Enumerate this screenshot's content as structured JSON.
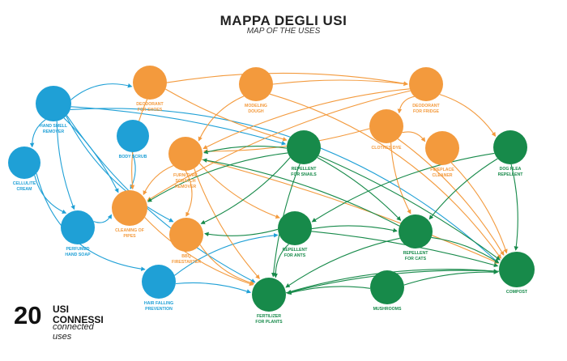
{
  "title": "MAPPA DEGLI USI",
  "subtitle": "MAP OF THE USES",
  "count": {
    "number": "20",
    "label_it_1": "USI",
    "label_it_2": "CONNESSI",
    "label_en_1": "connected",
    "label_en_2": "uses"
  },
  "colors": {
    "blue": "#1fa0d6",
    "orange": "#f39a3d",
    "green": "#178a4a"
  },
  "nodes": {
    "hand_smell": {
      "label": "HAND SMELL\nREMOVER",
      "color": "blue",
      "icon": "hands-icon"
    },
    "cellulite": {
      "label": "CELLULITE\nCREAM",
      "color": "blue",
      "icon": "body-icon"
    },
    "body_scrub": {
      "label": "BODY SCRUB",
      "color": "blue",
      "icon": "brush-icon"
    },
    "hand_soap": {
      "label": "PERFUMED\nHAND SOAP",
      "color": "blue",
      "icon": "soap-icon"
    },
    "hair_falling": {
      "label": "HAIR FALLING\nPREVENTION",
      "color": "blue",
      "icon": "head-icon"
    },
    "deodorant_shoes": {
      "label": "DEODORANT\nFOR SHOES",
      "color": "orange",
      "icon": "shoe-icon"
    },
    "modeling_dough": {
      "label": "MODELING\nDOUGH",
      "color": "orange",
      "icon": "dough-icon"
    },
    "deodorant_fridge": {
      "label": "DEODORANT\nFOR FRIDGE",
      "color": "orange",
      "icon": "fridge-icon"
    },
    "clothes_dye": {
      "label": "CLOTHES DYE",
      "color": "orange",
      "icon": "shirt-icon"
    },
    "furniture_scratch": {
      "label": "FURNITURE\nSCRATCH\nREMOVER",
      "color": "orange",
      "icon": "drawer-icon"
    },
    "cleaning_pipes": {
      "label": "CLEANING OF\nPIPES",
      "color": "orange",
      "icon": "pipe-icon"
    },
    "bbq_firestarter": {
      "label": "BBQ\nFIRESTARTER",
      "color": "orange",
      "icon": "grill-icon"
    },
    "fireplace_cleaner": {
      "label": "FIREPLACE\nCLEANER",
      "color": "orange",
      "icon": "fireplace-icon"
    },
    "repellent_snails": {
      "label": "REPELLENT\nFOR SNAILS",
      "color": "green",
      "icon": "snail-icon"
    },
    "dog_flea": {
      "label": "DOG FLEA\nREPELLENT",
      "color": "green",
      "icon": "dog-icon"
    },
    "repellent_ants": {
      "label": "REPELLENT\nFOR ANTS",
      "color": "green",
      "icon": "ant-icon"
    },
    "repellent_cats": {
      "label": "REPELLENT\nFOR CATS",
      "color": "green",
      "icon": "cat-icon"
    },
    "fertilizer": {
      "label": "FERTILIZER\nFOR PLANTS",
      "color": "green",
      "icon": "plant-icon"
    },
    "mushrooms": {
      "label": "MUSHROOMS",
      "color": "green",
      "icon": "mushroom-icon"
    },
    "compost": {
      "label": "COMPOST",
      "color": "green",
      "icon": "compost-icon"
    }
  }
}
